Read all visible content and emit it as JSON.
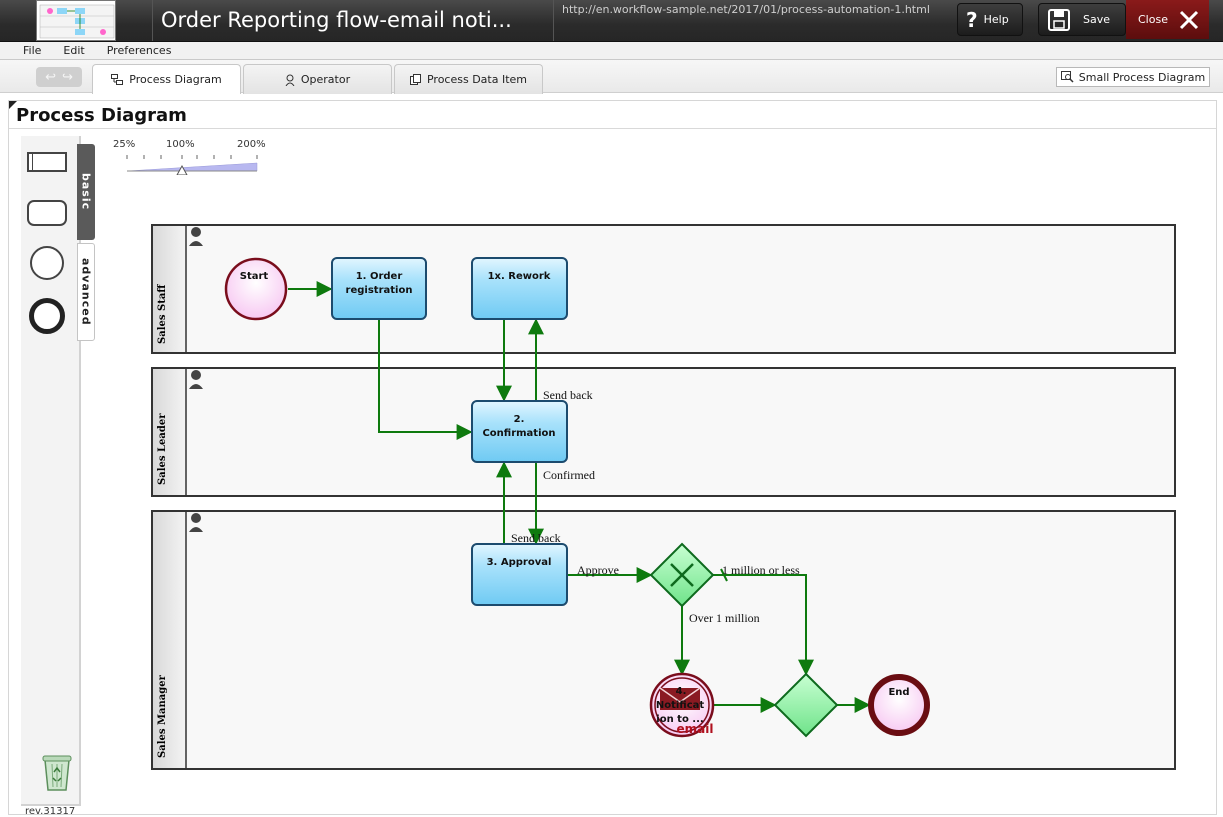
{
  "window": {
    "title": "Order Reporting flow-email noti...",
    "url": "http://en.workflow-sample.net/2017/01/process-automation-1.html",
    "help_label": "Help",
    "save_label": "Save",
    "close_label": "Close"
  },
  "menu": [
    "File",
    "Edit",
    "Preferences"
  ],
  "tabs": {
    "diagram": "Process Diagram",
    "operator": "Operator",
    "data_item": "Process Data Item",
    "small_diagram": "Small Process Diagram"
  },
  "workspace": {
    "title": "Process Diagram",
    "zoom_labels": [
      "25%",
      "100%",
      "200%"
    ],
    "palette_tabs": {
      "basic": "basic",
      "advanced": "advanced"
    },
    "revision": "rev.31317"
  },
  "diagram": {
    "lanes": [
      "Sales Staff",
      "Sales Leader",
      "Sales Manager"
    ],
    "nodes": {
      "start": "Start",
      "order_registration": [
        "1. Order",
        "registration"
      ],
      "rework": "1x. Rework",
      "confirmation": [
        "2.",
        "Confirmation"
      ],
      "approval": "3. Approval",
      "notification": [
        "4.",
        "Notificat",
        "ion to ..."
      ],
      "notification_badge": "email",
      "end": "End"
    },
    "flows": {
      "send_back_1": "Send back",
      "confirmed": "Confirmed",
      "send_back_2": "Send back",
      "approve": "Approve",
      "million_or_less": "1 million or less",
      "over_million": "Over 1 million"
    }
  },
  "colors": {
    "task_fill": "#8dd6f7",
    "task_border": "#1c4b6e",
    "flow": "#0e7a0e",
    "gateway": "#8ff0a4",
    "event_border": "#7a0d1c",
    "close_bg": "#7a1414"
  }
}
